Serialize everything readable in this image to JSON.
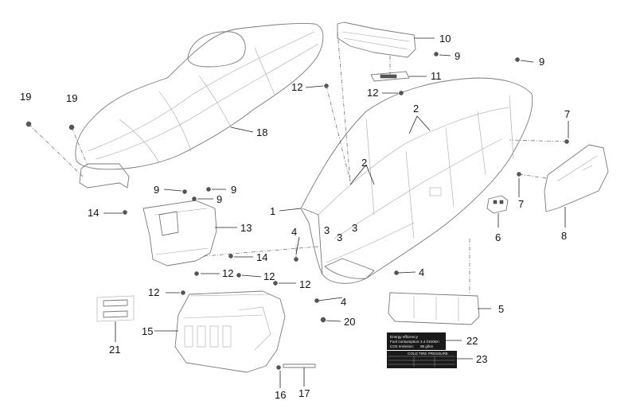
{
  "callouts": [
    "1",
    "2",
    "3",
    "4",
    "5",
    "6",
    "7",
    "8",
    "9",
    "10",
    "11",
    "12",
    "13",
    "14",
    "15",
    "16",
    "17",
    "18",
    "19",
    "20",
    "21",
    "22",
    "23"
  ],
  "label22": {
    "title": "Energy efficiency",
    "row1_label": "Fuel consumption:",
    "row1_value": "4.4 l/100km",
    "row2_label": "CO2 emission:",
    "row2_value": "98 g/km"
  },
  "label23": {
    "title": "COLD TIRE PRESSURE"
  },
  "colors": {
    "line": "#7a7a7a",
    "leader": "#222222",
    "label": "#1a1a1a"
  }
}
